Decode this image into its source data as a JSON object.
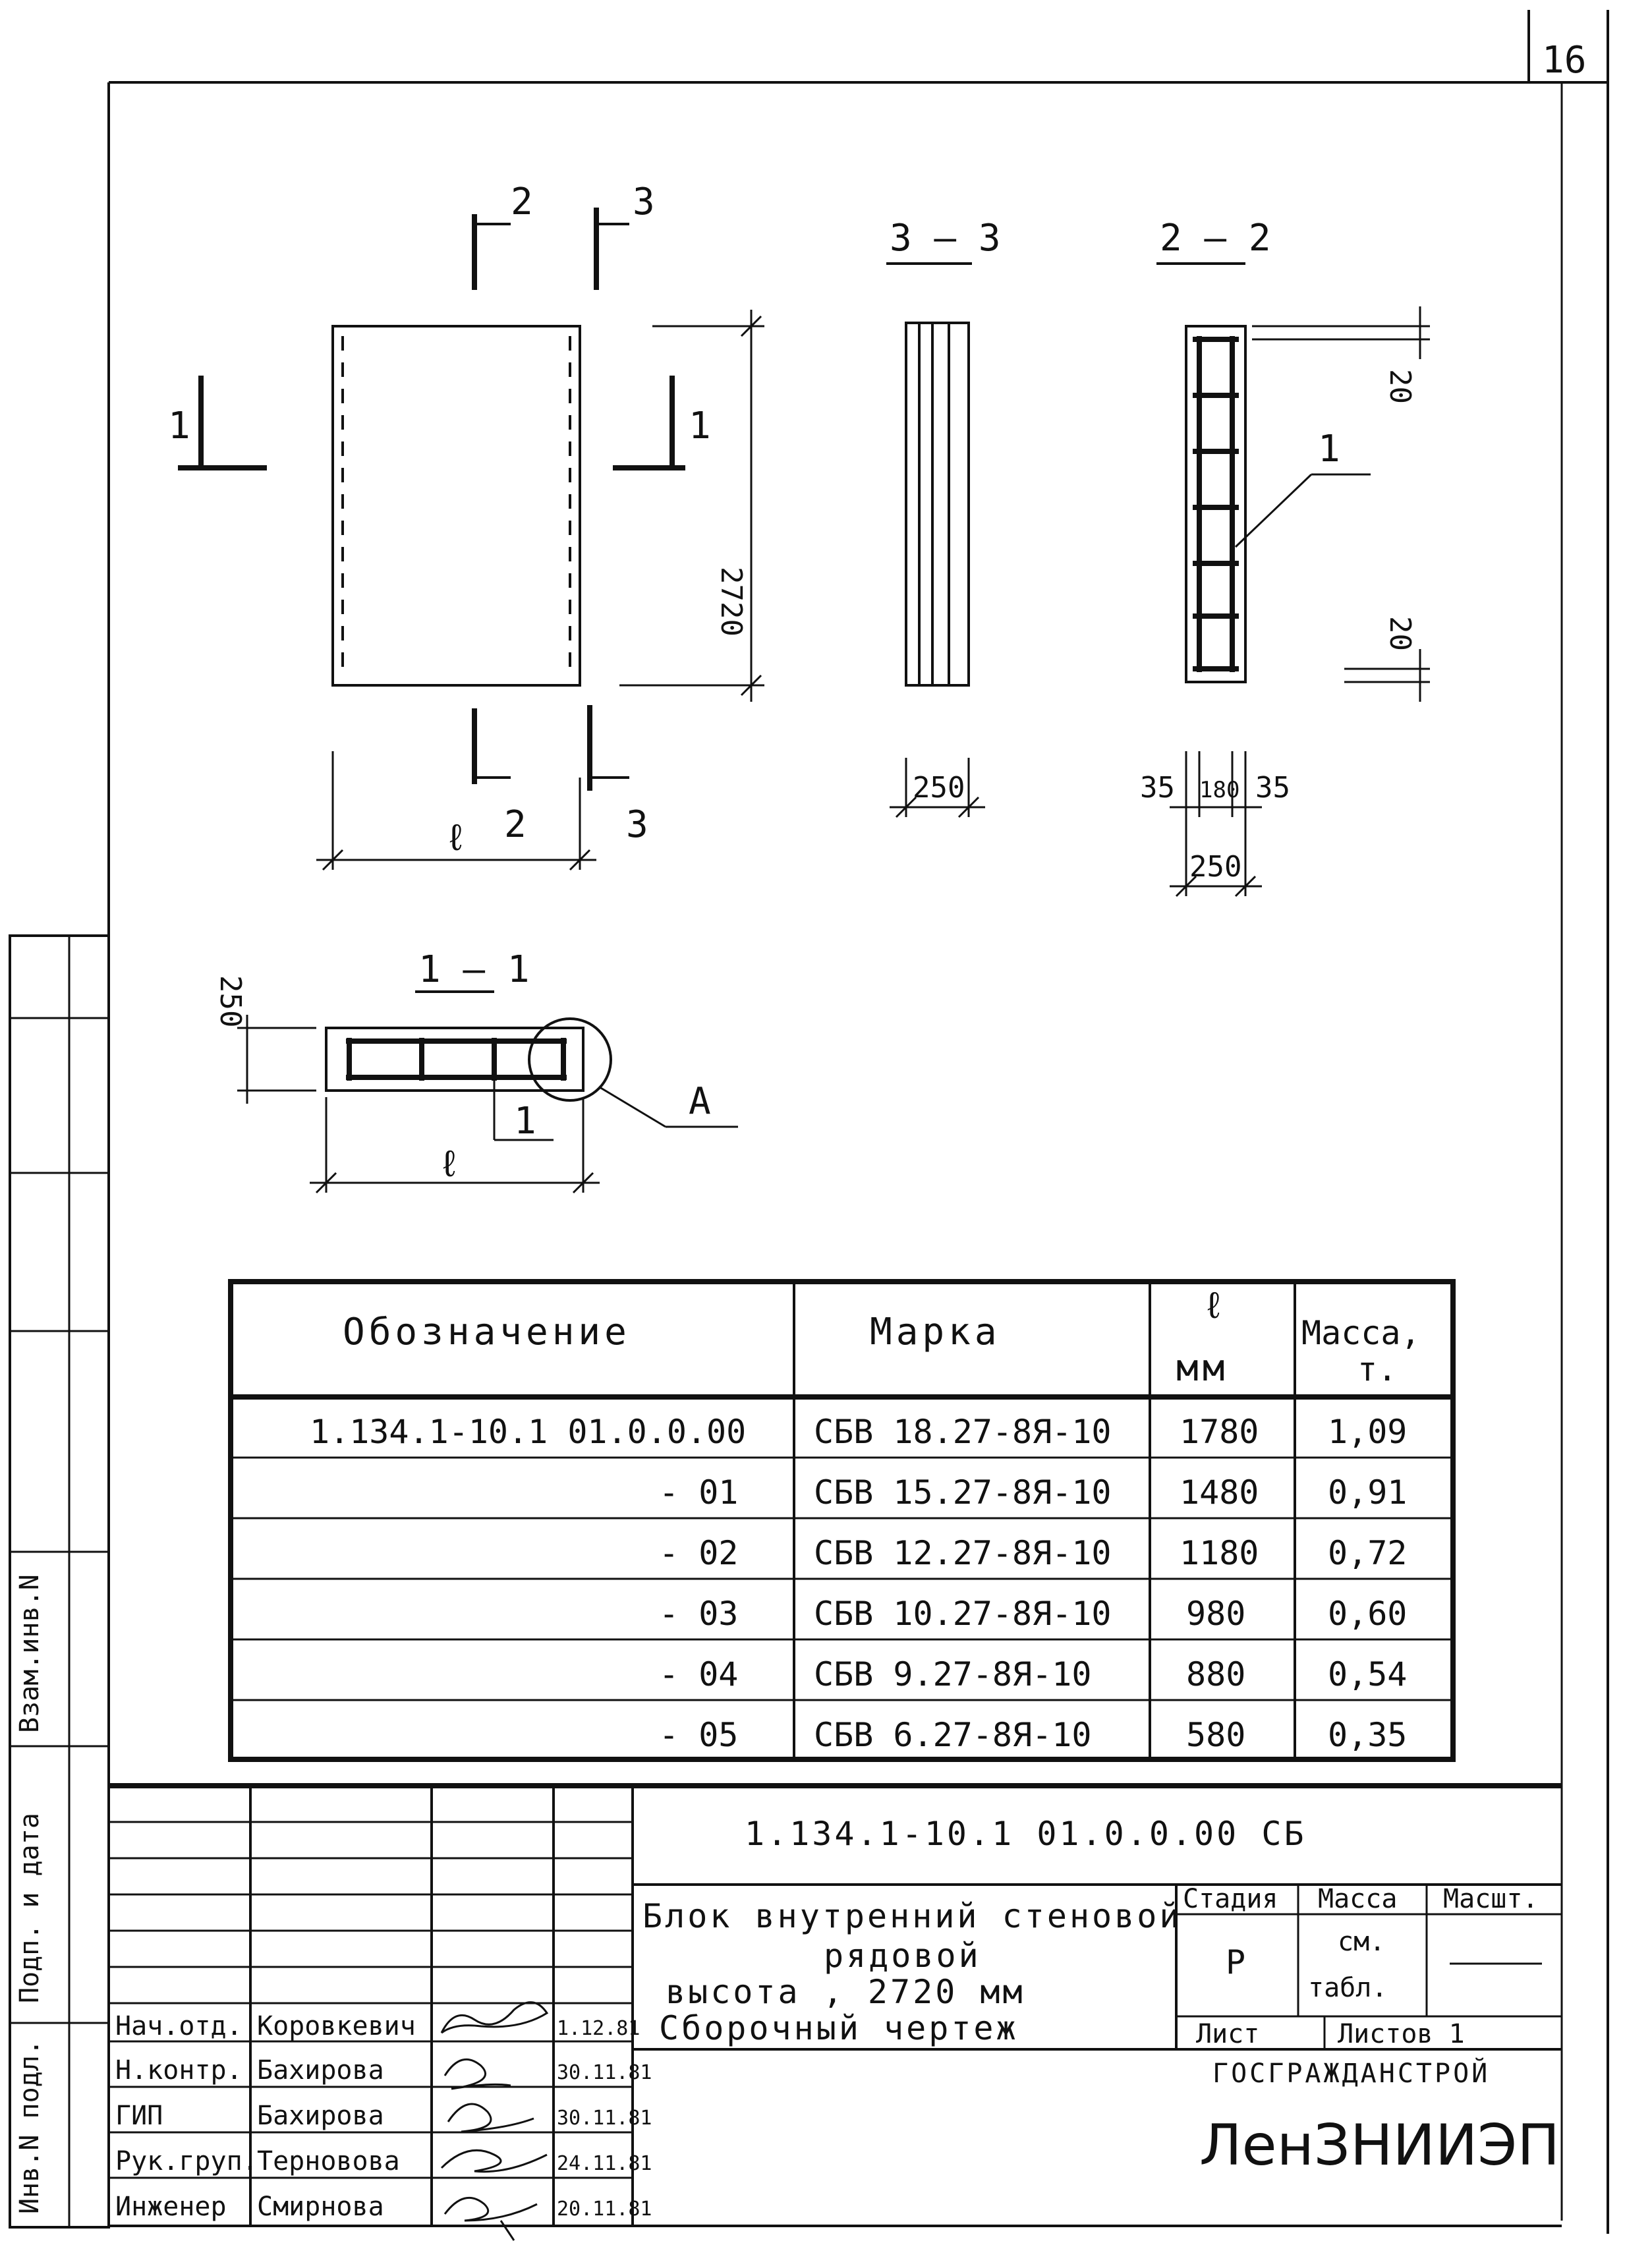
{
  "sheet_number": "16",
  "views": {
    "cut2": "2",
    "cut3": "2",
    "cut3b": "3",
    "label_1": "1",
    "section_33": "3 — 3",
    "section_22": "2 — 2",
    "section_11": "1 — 1",
    "dim_height": "2720",
    "dim_length": "ℓ",
    "dim_250": "250",
    "dim_20": "20",
    "dim_35": "35",
    "dim_180": "180",
    "callout_1": "1",
    "callout_a": "A"
  },
  "spec_table": {
    "headers": [
      "Обозначение",
      "Марка",
      "ℓ мм",
      "Масса, т."
    ],
    "header_l_top": "ℓ",
    "header_l_bot": "мм",
    "header_m_top": "Масса,",
    "header_m_bot": "т.",
    "rows": [
      {
        "designation": "1.134.1-10.1 01.0.0.00",
        "mark": "СБВ 18.27-8Я-10",
        "l": "1780",
        "mass": "1,09"
      },
      {
        "designation": "- 01",
        "mark": "СБВ 15.27-8Я-10",
        "l": "1480",
        "mass": "0,91"
      },
      {
        "designation": "- 02",
        "mark": "СБВ 12.27-8Я-10",
        "l": "1180",
        "mass": "0,72"
      },
      {
        "designation": "- 03",
        "mark": "СБВ 10.27-8Я-10",
        "l": "980",
        "mass": "0,60"
      },
      {
        "designation": "- 04",
        "mark": "СБВ 9.27-8Я-10",
        "l": "880",
        "mass": "0,54"
      },
      {
        "designation": "- 05",
        "mark": "СБВ 6.27-8Я-10",
        "l": "580",
        "mass": "0,35"
      }
    ]
  },
  "title_block": {
    "doc_code": "1.134.1-10.1 01.0.0.00 СБ",
    "title_lines": [
      "Блок внутренний стеновой",
      "рядовой",
      "высота , 2720 мм",
      "Сборочный чертеж"
    ],
    "stage_label": "Стадия",
    "mass_label": "Масса",
    "scale_label": "Масшт.",
    "stage_value": "Р",
    "mass_value_1": "см.",
    "mass_value_2": "табл.",
    "sheet_label": "Лист",
    "sheets_label": "Листов 1",
    "org_1": "ГОСГРАЖДАНСТРОЙ",
    "org_2": "ЛенЗНИИЭП",
    "staff": [
      {
        "role": "Нач.отд.",
        "name": "Коровкевич",
        "date": "1.12.81"
      },
      {
        "role": "Н.контр.",
        "name": "Бахирова",
        "date": "30.11.81"
      },
      {
        "role": "ГИП",
        "name": "Бахирова",
        "date": "30.11.81"
      },
      {
        "role": "Рук.груп.",
        "name": "Терновова",
        "date": "24.11.81"
      },
      {
        "role": "Инженер",
        "name": "Смирнова",
        "date": "20.11.81"
      }
    ],
    "side_labels": [
      "Инв.N подл.",
      "Подп. и дата",
      "Взам.инв.N"
    ]
  }
}
